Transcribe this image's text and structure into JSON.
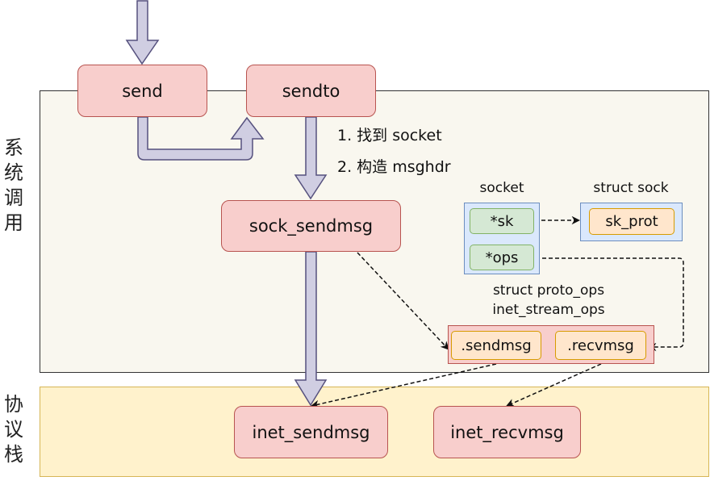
{
  "regions": {
    "syscall_label": [
      "系",
      "统",
      "调",
      "用"
    ],
    "stack_label": [
      "协",
      "议",
      "栈"
    ]
  },
  "functions": {
    "send": "send",
    "sendto": "sendto",
    "sock_sendmsg": "sock_sendmsg",
    "inet_sendmsg": "inet_sendmsg",
    "inet_recvmsg": "inet_recvmsg"
  },
  "notes": {
    "step1": "1. 找到 socket",
    "step2": "2. 构造 msghdr"
  },
  "socket_struct": {
    "title": "socket",
    "fields": [
      "*sk",
      "*ops"
    ]
  },
  "sock_struct": {
    "title": "struct sock",
    "fields": [
      "sk_prot"
    ]
  },
  "proto_ops": {
    "title_line1": "struct proto_ops",
    "title_line2": "inet_stream_ops",
    "fields": [
      ".sendmsg",
      ".recvmsg"
    ]
  },
  "colors": {
    "function_fill": "#f8cecc",
    "function_stroke": "#b85450",
    "flow_arrow_fill": "#d0cee2",
    "flow_arrow_stroke": "#56517e",
    "syscall_region": "#f9f7ef",
    "stack_region": "#fff2cc"
  }
}
